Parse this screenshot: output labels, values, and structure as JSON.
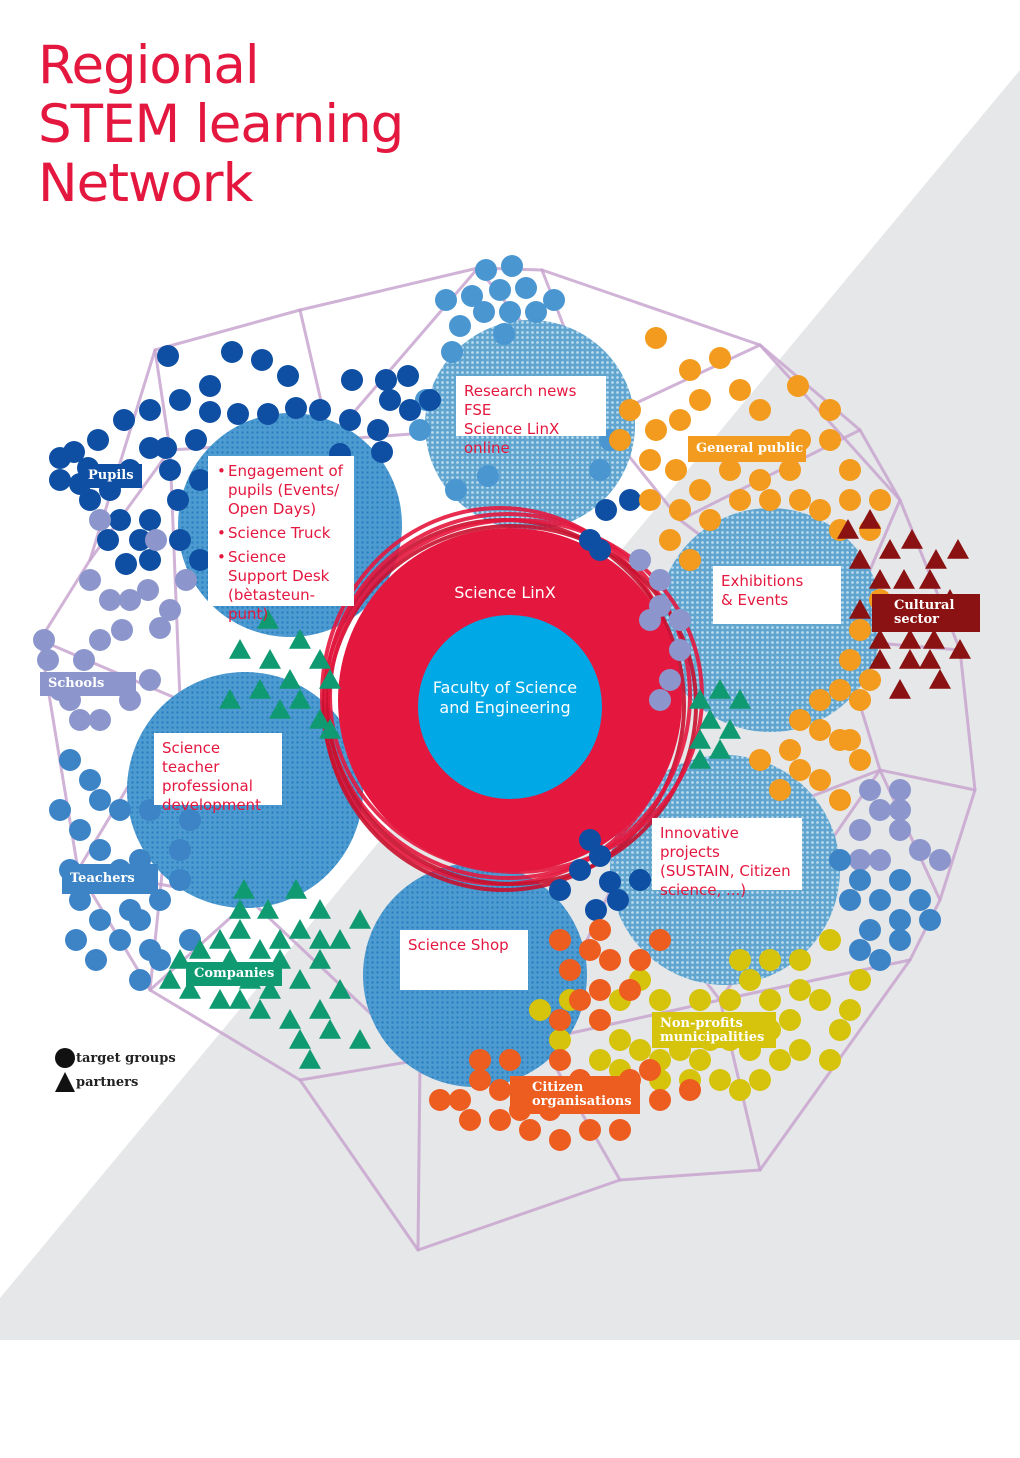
{
  "title": {
    "line1": "Regional",
    "line2": "STEM learning",
    "line3": "Network"
  },
  "center": {
    "outer_label": "Science LinX",
    "inner_label_line1": "Faculty of Science",
    "inner_label_line2": "and Engineering"
  },
  "activities": {
    "research_news": {
      "line1": "Research news FSE",
      "line2": "Science LinX online"
    },
    "pupils_activities": {
      "items": [
        "Engagement of pupils (Events/ Open Days)",
        "Science Truck",
        "Science Support Desk (bètasteun-punt)"
      ]
    },
    "exhibitions": {
      "line1": "Exhibitions",
      "line2": "& Events"
    },
    "teacher_development": {
      "text": "Science teacher professional development"
    },
    "innovative_projects": {
      "text": "Innovative projects (SUSTAIN, Citizen science, ...)"
    },
    "science_shop": {
      "text": "Science Shop"
    }
  },
  "groups": {
    "pupils": "Pupils",
    "schools": "Schools",
    "teachers": "Teachers",
    "companies": "Companies",
    "general_public": "General public",
    "cultural_sector": "Cultural sector",
    "non_profits": "Non-profits municipalities",
    "citizen_organisations": "Citizen organisations"
  },
  "legend": {
    "circle_label": "target groups",
    "triangle_label": "partners"
  },
  "colors": {
    "red": "#e4173e",
    "cyan": "#00a8e6",
    "dark_blue": "#0f4fa3",
    "mid_blue": "#3d84c6",
    "light_blue": "#4a96d1",
    "lavender": "#8c96cc",
    "green": "#0f9a72",
    "orange": "#f29b1e",
    "dark_red": "#8a1212",
    "yellow": "#d6c30c",
    "orange_red": "#ec5d1f",
    "purple_line": "#c8a6d0",
    "gray_band": "#e6e7e8"
  }
}
